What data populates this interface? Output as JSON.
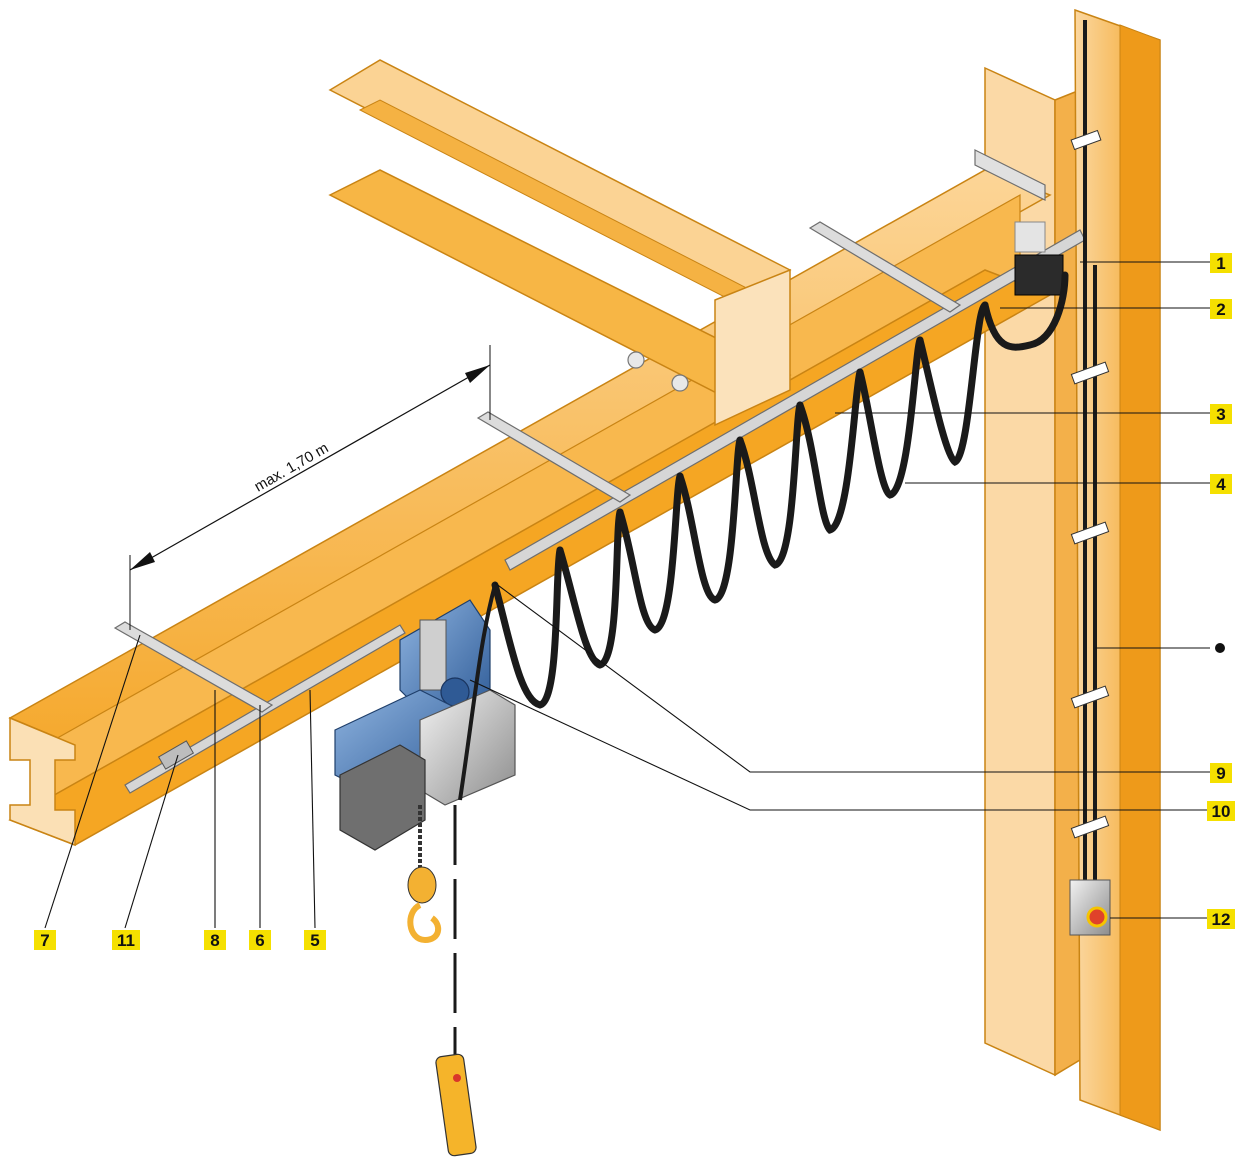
{
  "dimension_label": "max. 1,70 m",
  "callouts_right": [
    "1",
    "2",
    "3",
    "4",
    "9",
    "10",
    "12"
  ],
  "callouts_bottom": [
    "7",
    "11",
    "8",
    "6",
    "5"
  ],
  "colors": {
    "beam": "#f6a623",
    "beam_light": "#fbd08a",
    "beam_dark": "#d98a12",
    "rail": "#c8c8c8",
    "cable": "#1a1a1a",
    "hoist_blue": "#3a6fb0",
    "label_bg": "#f5e000"
  }
}
